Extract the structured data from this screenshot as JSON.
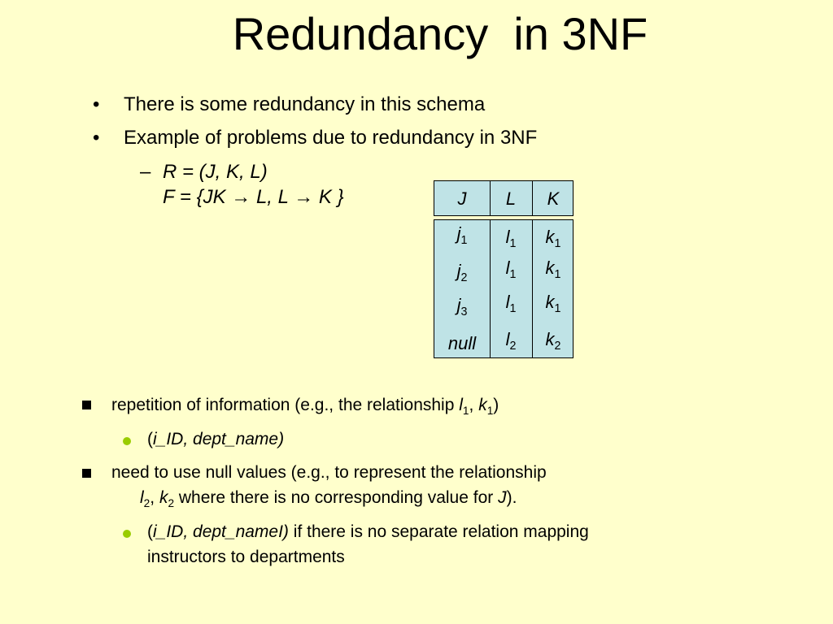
{
  "title": "Redundancy  in 3NF",
  "bullets": {
    "b1": "There is some redundancy in this schema",
    "b2": "Example of problems due to redundancy in 3NF",
    "dash": "–",
    "r_line": "R = (J, K, L)",
    "f_prefix": "F = {JK",
    "f_mid": "L, L",
    "f_suffix": "K }",
    "arrow": "→"
  },
  "schema_table": {
    "headers": [
      "J",
      "L",
      "K"
    ],
    "rows": [
      {
        "j": "j",
        "j_sub": "1",
        "l": "l",
        "l_sub": "1",
        "k": "k",
        "k_sub": "1"
      },
      {
        "j": "j",
        "j_sub": "2",
        "l": "l",
        "l_sub": "1",
        "k": "k",
        "k_sub": "1"
      },
      {
        "j": "j",
        "j_sub": "3",
        "l": "l",
        "l_sub": "1",
        "k": "k",
        "k_sub": "1"
      },
      {
        "j": "null",
        "j_sub": "",
        "l": "l",
        "l_sub": "2",
        "k": "k",
        "k_sub": "2"
      }
    ]
  },
  "problems": {
    "p1_text": "repetition of information (e.g., the relationship ",
    "p1_l": "l",
    "p1_l_sub": "1",
    "p1_comma": ", ",
    "p1_k": "k",
    "p1_k_sub": "1",
    "p1_close": ")",
    "p1_sub_open": "(",
    "p1_sub_ital": "i_ID, dept_name)",
    "p2_line1": "need to use null values (e.g., to represent the relationship",
    "p2_l": "l",
    "p2_l_sub": "2",
    "p2_comma": ", ",
    "p2_k": "k",
    "p2_k_sub": "2",
    "p2_mid": " where there is no corresponding value for ",
    "p2_j": "J",
    "p2_end": ").",
    "p2_sub_open": "(",
    "p2_sub_ital": "i_ID, dept_nameI)",
    "p2_sub_rest": " if there is no separate relation mapping",
    "p2_sub_line2": "instructors to departments"
  },
  "colors": {
    "background": "#ffffcc",
    "table_fill": "#bfe3e6",
    "bullet_green": "#99cc00"
  }
}
